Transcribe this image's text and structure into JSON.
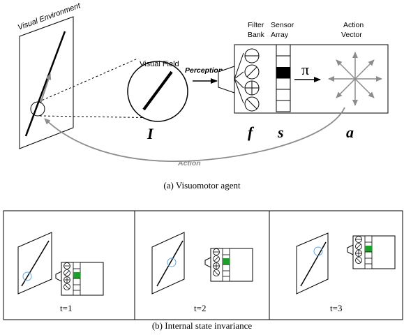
{
  "part_a": {
    "visual_environment_label": "Visual Environment",
    "visual_field_label": "Visual Field",
    "perception_label": "Perception",
    "filter_bank_label": [
      "Filter",
      "Bank"
    ],
    "sensor_array_label": [
      "Sensor",
      "Array"
    ],
    "action_vector_label": [
      "Action",
      "Vector"
    ],
    "pi_symbol": "π",
    "symbol_I": "I",
    "symbol_f": "f",
    "symbol_s": "s",
    "symbol_a": "a",
    "action_label": "Action",
    "caption": "(a) Visuomotor agent"
  },
  "part_b": {
    "panels": [
      {
        "label": "t=1"
      },
      {
        "label": "t=2"
      },
      {
        "label": "t=3"
      }
    ],
    "caption": "(b) Internal state invariance"
  },
  "colors": {
    "active_cell_a": "#000000",
    "active_cell_b": "#1e9e2a",
    "action_arrow": "#8c8c8c",
    "field_circle_b": "#5fa8e6"
  }
}
